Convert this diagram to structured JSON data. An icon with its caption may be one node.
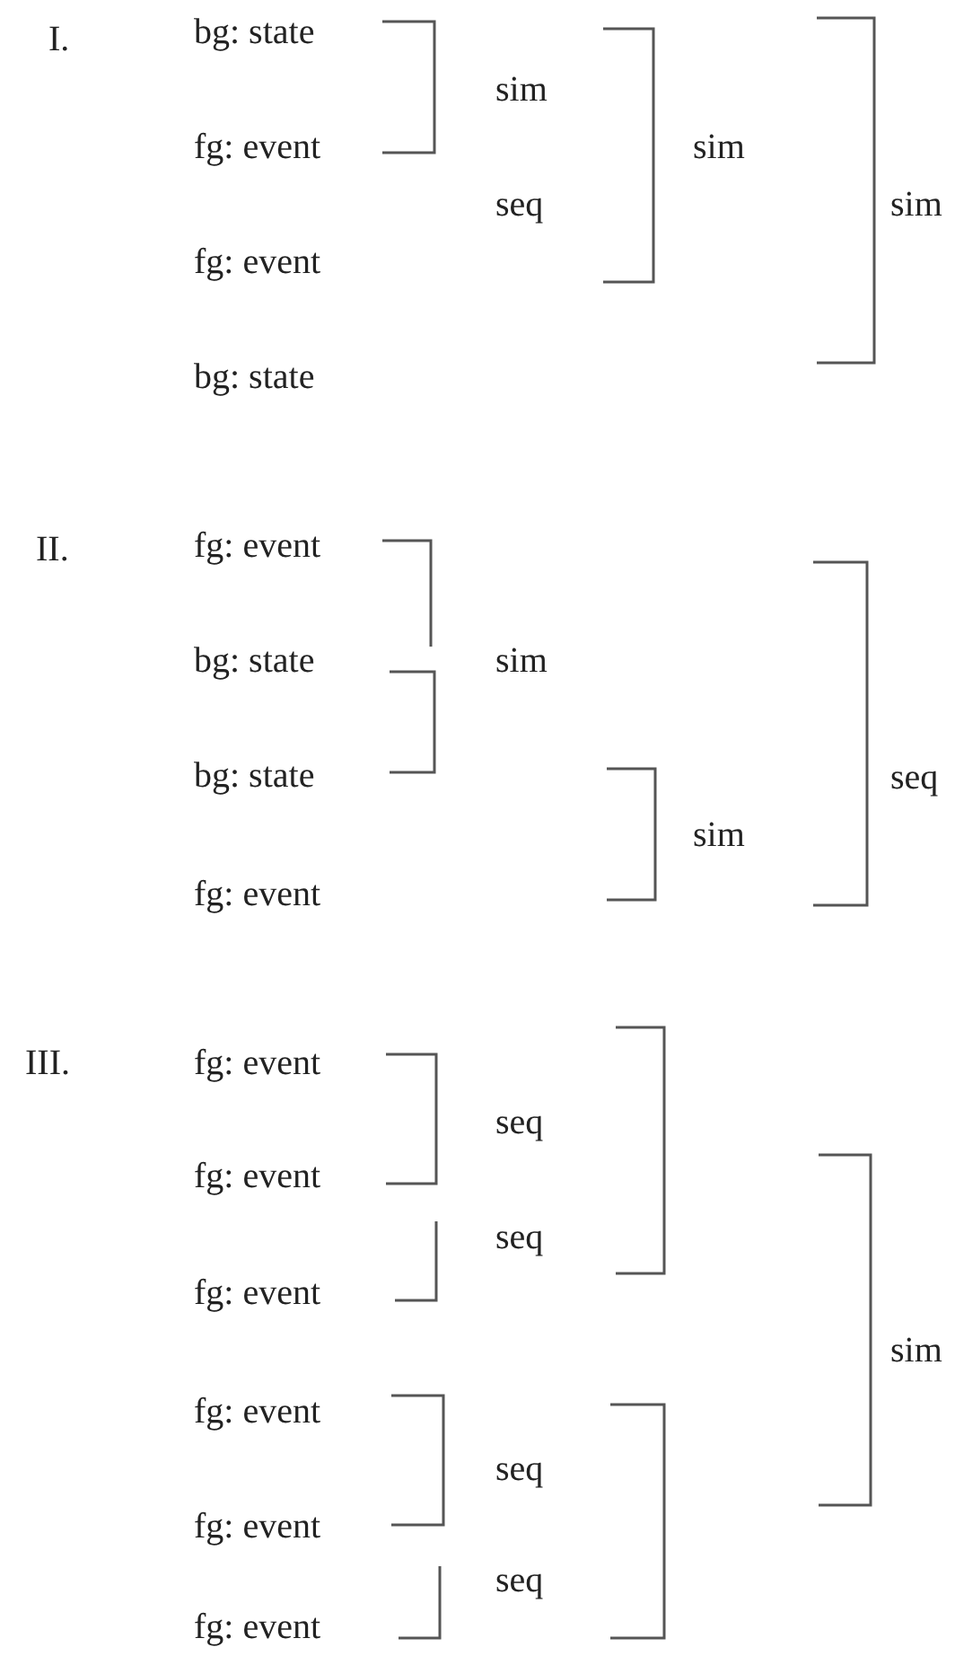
{
  "diagram": {
    "labels": [
      "I.",
      "bg: state",
      "sim",
      "fg: event",
      "sim",
      "seq",
      "sim",
      "fg: event",
      "bg: state",
      "II.",
      "fg: event",
      "bg: state",
      "sim",
      "bg: state",
      "seq",
      "sim",
      "fg: event",
      "III.",
      "fg: event",
      "seq",
      "fg: event",
      "seq",
      "fg: event",
      "sim",
      "fg: event",
      "seq",
      "fg: event",
      "seq",
      "fg: event"
    ]
  }
}
